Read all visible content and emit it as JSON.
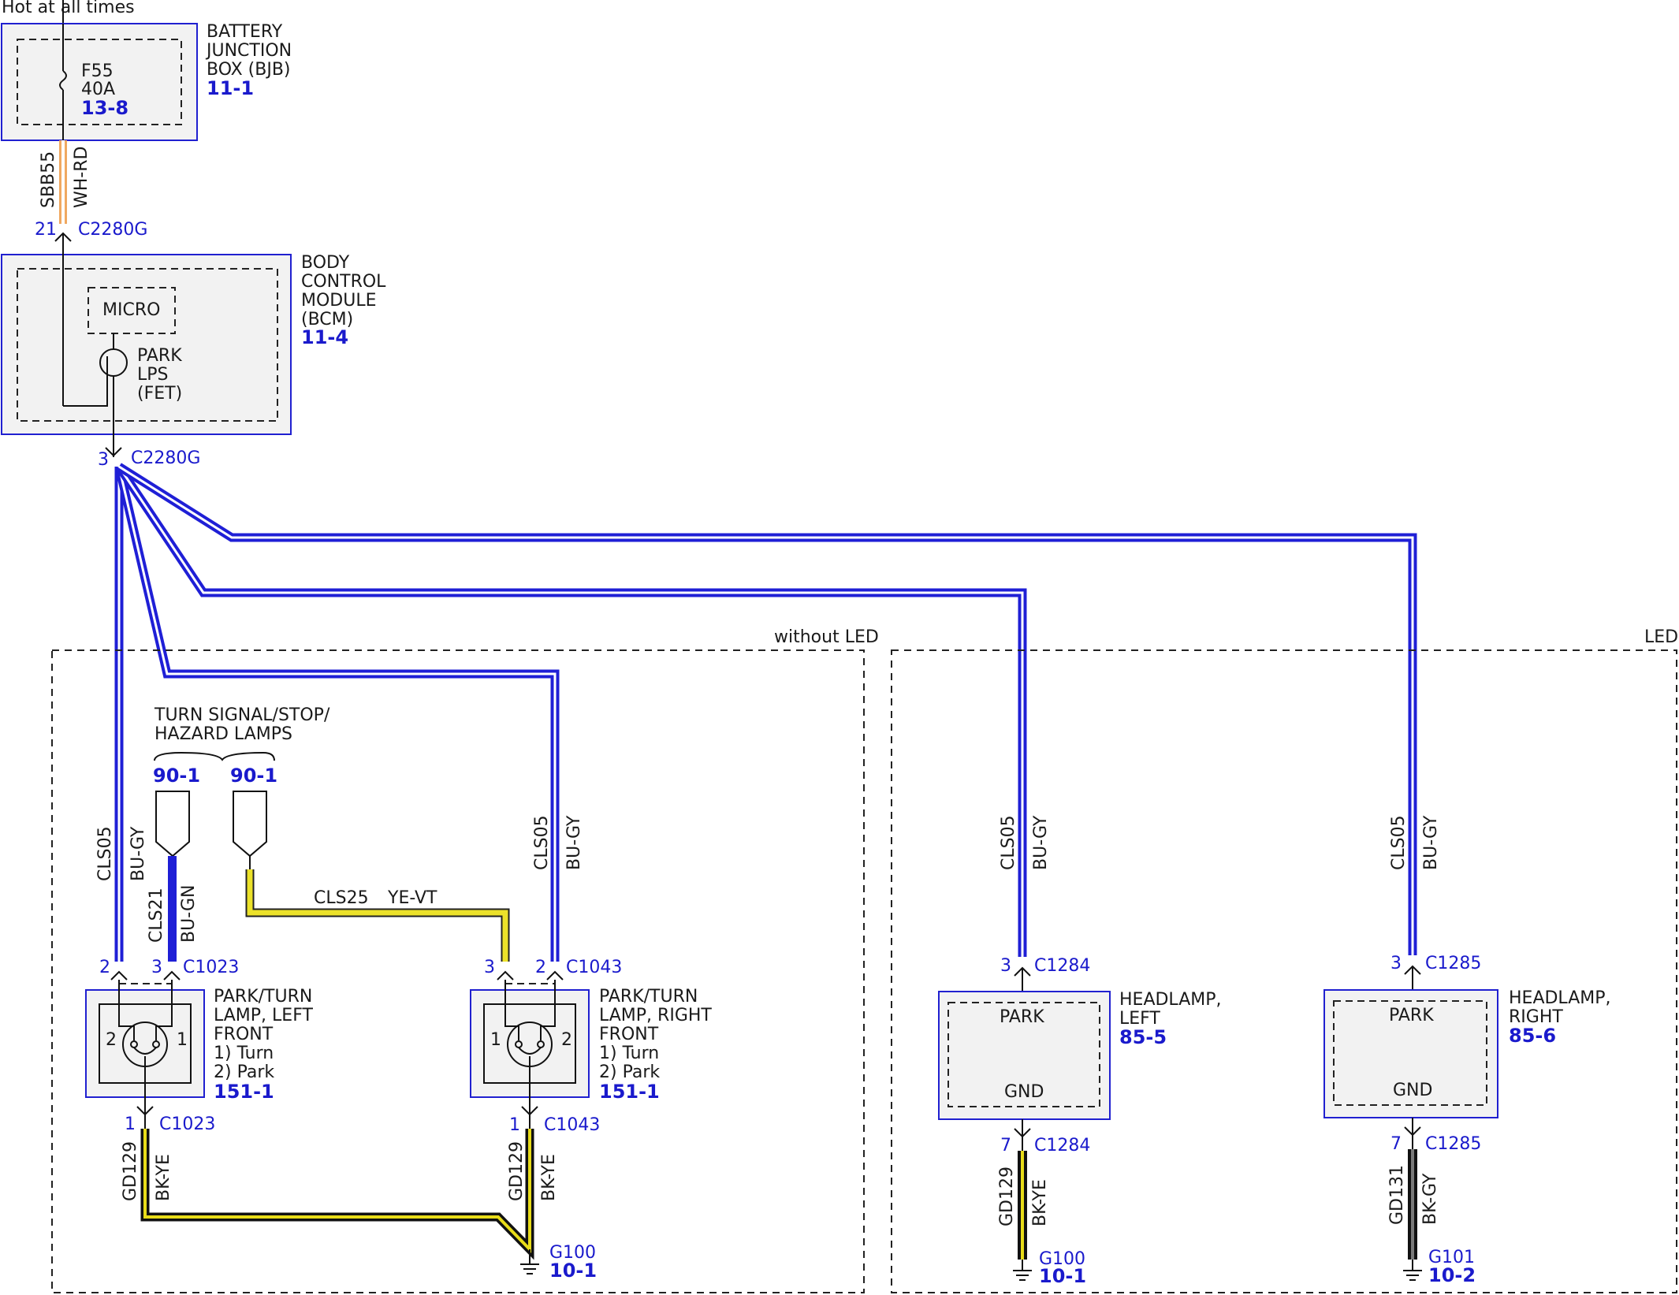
{
  "colors": {
    "bu_gy": "#1f1fd6",
    "bk_ye": "#e8dc1a",
    "ye_vt": "#ece22a",
    "wh_rd": "#f0a860",
    "connector_text": "#1a1acc"
  },
  "top": {
    "hot_label": "Hot at all times"
  },
  "bjb": {
    "name_lines": [
      "BATTERY",
      "JUNCTION",
      "BOX (BJB)"
    ],
    "ref": "11-1",
    "fuse_name": "F55",
    "fuse_rating": "40A",
    "fuse_ref": "13-8"
  },
  "feed_wire": {
    "circuit": "SBB55",
    "color": "WH-RD",
    "pin": "21",
    "connector": "C2280G"
  },
  "bcm": {
    "name_lines": [
      "BODY",
      "CONTROL",
      "MODULE",
      "(BCM)"
    ],
    "ref": "11-4",
    "micro": "MICRO",
    "fet_lines": [
      "PARK",
      "LPS",
      "(FET)"
    ],
    "out_pin": "3",
    "out_connector": "C2280G"
  },
  "regions": {
    "without_led": "without LED",
    "led": "LED"
  },
  "turn_signal": {
    "title_lines": [
      "TURN SIGNAL/STOP/",
      "HAZARD LAMPS"
    ],
    "ref_left": "90-1",
    "ref_right": "90-1"
  },
  "wires": {
    "cls05": {
      "circuit": "CLS05",
      "color": "BU-GY"
    },
    "cls21": {
      "circuit": "CLS21",
      "color": "BU-GN"
    },
    "cls25": {
      "circuit": "CLS25",
      "color": "YE-VT"
    },
    "gd129": {
      "circuit": "GD129",
      "color": "BK-YE"
    },
    "gd131": {
      "circuit": "GD131",
      "color": "BK-GY"
    }
  },
  "lamp_left": {
    "name_lines": [
      "PARK/TURN",
      "LAMP, LEFT",
      "FRONT",
      "1) Turn",
      "2) Park"
    ],
    "ref": "151-1",
    "pin_a": "2",
    "pin_b": "3",
    "connector_top": "C1023",
    "bulb_pin_left": "2",
    "bulb_pin_right": "1",
    "gnd_pin": "1",
    "connector_bottom": "C1023"
  },
  "lamp_right": {
    "name_lines": [
      "PARK/TURN",
      "LAMP, RIGHT",
      "FRONT",
      "1) Turn",
      "2) Park"
    ],
    "ref": "151-1",
    "pin_a": "3",
    "pin_b": "2",
    "connector_top": "C1043",
    "bulb_pin_left": "1",
    "bulb_pin_right": "2",
    "gnd_pin": "1",
    "connector_bottom": "C1043"
  },
  "ground_g100_left": {
    "name": "G100",
    "ref": "10-1"
  },
  "headlamp_left": {
    "name_lines": [
      "HEADLAMP,",
      "LEFT"
    ],
    "ref": "85-5",
    "park": "PARK",
    "gnd": "GND",
    "in_pin": "3",
    "in_connector": "C1284",
    "gnd_pin": "7",
    "gnd_connector": "C1284",
    "ground": "G100",
    "ground_ref": "10-1"
  },
  "headlamp_right": {
    "name_lines": [
      "HEADLAMP,",
      "RIGHT"
    ],
    "ref": "85-6",
    "park": "PARK",
    "gnd": "GND",
    "in_pin": "3",
    "in_connector": "C1285",
    "gnd_pin": "7",
    "gnd_connector": "C1285",
    "ground": "G101",
    "ground_ref": "10-2"
  }
}
